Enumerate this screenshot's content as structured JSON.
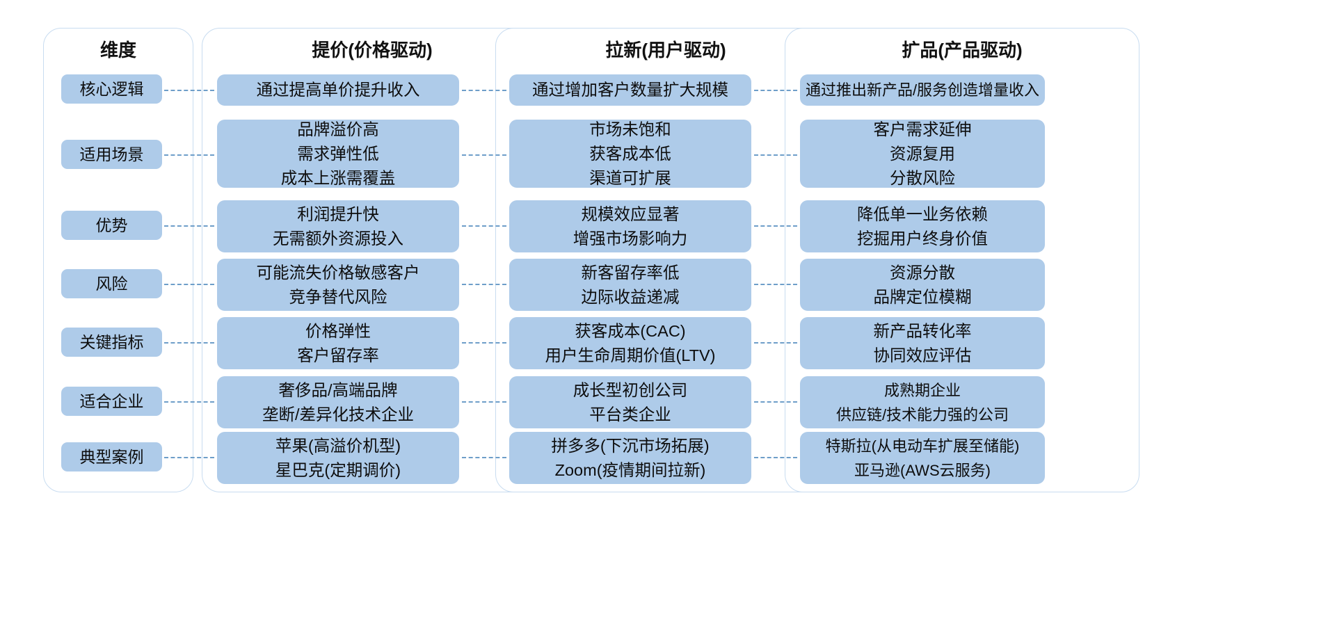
{
  "diagram": {
    "title_row_header": "维度",
    "columns": [
      {
        "id": "dimension",
        "header": "维度"
      },
      {
        "id": "price",
        "header": "提价(价格驱动)"
      },
      {
        "id": "acquire",
        "header": "拉新(用户驱动)"
      },
      {
        "id": "expand",
        "header": "扩品(产品驱动)"
      }
    ],
    "rows": [
      {
        "dimension": "核心逻辑",
        "price": "通过提高单价提升收入",
        "acquire": "通过增加客户数量扩大规模",
        "expand": "通过推出新产品/服务创造增量收入"
      },
      {
        "dimension": "适用场景",
        "price": "品牌溢价高\n需求弹性低\n成本上涨需覆盖",
        "acquire": "市场未饱和\n获客成本低\n渠道可扩展",
        "expand": "客户需求延伸\n资源复用\n分散风险"
      },
      {
        "dimension": "优势",
        "price": "利润提升快\n无需额外资源投入",
        "acquire": "规模效应显著\n增强市场影响力",
        "expand": "降低单一业务依赖\n挖掘用户终身价值"
      },
      {
        "dimension": "风险",
        "price": "可能流失价格敏感客户\n竞争替代风险",
        "acquire": "新客留存率低\n边际收益递减",
        "expand": "资源分散\n品牌定位模糊"
      },
      {
        "dimension": "关键指标",
        "price": "价格弹性\n客户留存率",
        "acquire": "获客成本(CAC)\n用户生命周期价值(LTV)",
        "expand": "新产品转化率\n协同效应评估"
      },
      {
        "dimension": "适合企业",
        "price": "奢侈品/高端品牌\n垄断/差异化技术企业",
        "acquire": "成长型初创公司\n平台类企业",
        "expand": "成熟期企业\n供应链/技术能力强的公司"
      },
      {
        "dimension": "典型案例",
        "price": "苹果(高溢价机型)\n星巴克(定期调价)",
        "acquire": "拼多多(下沉市场拓展)\nZoom(疫情期间拉新)",
        "expand": "特斯拉(从电动车扩展至储能)\n亚马逊(AWS云服务)"
      }
    ],
    "colors": {
      "cell_fill": "#aecbe9",
      "shell_border": "#c8dcf0",
      "connector": "#6e9ec9",
      "text": "#0d0d0d",
      "background": "#ffffff"
    }
  }
}
